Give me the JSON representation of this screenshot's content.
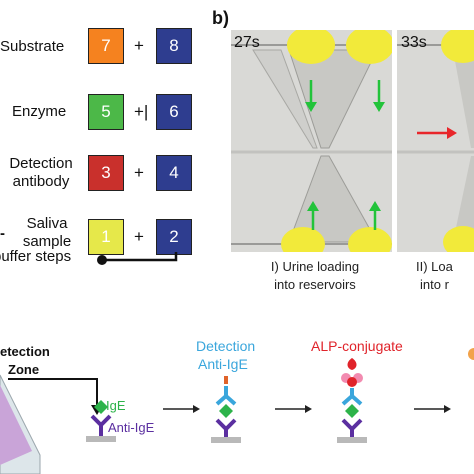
{
  "panel_a": {
    "rows": [
      {
        "label": "Substrate",
        "left_num": "7",
        "right_num": "8",
        "left_color": "#f5821f",
        "separator": "+"
      },
      {
        "label": "Enzyme",
        "left_num": "5",
        "right_num": "6",
        "left_color": "#4cb848",
        "separator": "+|"
      },
      {
        "label_line1": "Detection",
        "label_line2": "antibody",
        "left_num": "3",
        "right_num": "4",
        "left_color": "#c9302c",
        "separator": "+"
      },
      {
        "label_line1": "Saliva",
        "label_line2": "sample",
        "left_num": "1",
        "right_num": "2",
        "left_color": "#e6e84a",
        "separator": "+"
      }
    ],
    "right_box_color": "#2e3d8f",
    "dash": "-",
    "buffer_text": "buffer steps"
  },
  "panel_b": {
    "letter": "b)",
    "frames": [
      {
        "time": "27s",
        "caption_line1": "I) Urine loading",
        "caption_line2": "into reservoirs"
      },
      {
        "time": "33s",
        "caption_line1": "II) Loa",
        "caption_line2": "into r"
      }
    ],
    "arrow_green": "#22c33a",
    "arrow_red": "#e8262a",
    "well_yellow": "#f2ea3a"
  },
  "panel_c": {
    "zone_line1": "etection",
    "zone_line2": "Zone",
    "ige": "IgE",
    "anti_ige": "Anti-IgE",
    "detection_line1": "Detection",
    "detection_line2": "Anti-IgE",
    "alp": "ALP-conjugate",
    "colors": {
      "ige": "#2db34a",
      "anti_ige": "#5b2fa0",
      "detection": "#3aa6dc",
      "alp": "#e0232a",
      "zone_pad": "#c9a4d8"
    }
  }
}
